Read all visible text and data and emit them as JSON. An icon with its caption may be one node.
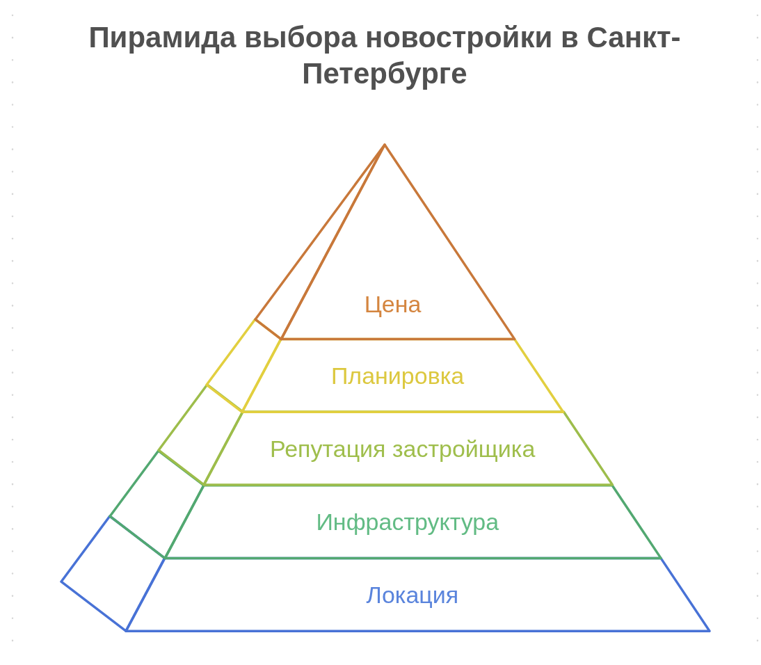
{
  "diagram": {
    "title": "Пирамида выбора новостройки в Санкт-Петербурге",
    "nodes": [
      {
        "text": [
          "Цена"
        ]
      },
      {
        "text": [
          "Планировка"
        ]
      },
      {
        "text": [
          "Репутация застройщика"
        ]
      },
      {
        "text": [
          "Инфраструктура"
        ]
      },
      {
        "text": [
          "Локация"
        ]
      }
    ]
  }
}
